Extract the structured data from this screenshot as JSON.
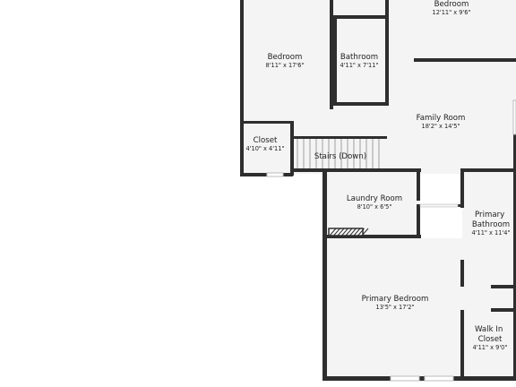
{
  "colors": {
    "floor": "#f4f4f4",
    "wall": "#2e2e2e",
    "window": "#bcbcbc",
    "background": "#ffffff"
  },
  "rooms": [
    {
      "id": "bedroom-top",
      "name": "Bedroom",
      "dims": "12'11\" x 9'6\""
    },
    {
      "id": "bedroom-left",
      "name": "Bedroom",
      "dims": "8'11\" x 17'6\""
    },
    {
      "id": "bathroom",
      "name": "Bathroom",
      "dims": "4'11\" x 7'11\""
    },
    {
      "id": "family-room",
      "name": "Family Room",
      "dims": "18'2\" x 14'5\""
    },
    {
      "id": "closet",
      "name": "Closet",
      "dims": "4'10\" x 4'11\""
    },
    {
      "id": "stairs",
      "name": "Stairs (Down)",
      "dims": ""
    },
    {
      "id": "laundry-room",
      "name": "Laundry Room",
      "dims": "8'10\" x 6'5\""
    },
    {
      "id": "primary-bathroom",
      "name": "Primary\nBathroom",
      "dims": "4'11\" x 11'4\""
    },
    {
      "id": "primary-bedroom",
      "name": "Primary Bedroom",
      "dims": "13'5\" x 17'2\""
    },
    {
      "id": "walk-in-closet",
      "name": "Walk In\nCloset",
      "dims": "4'11\" x 9'0\""
    }
  ]
}
